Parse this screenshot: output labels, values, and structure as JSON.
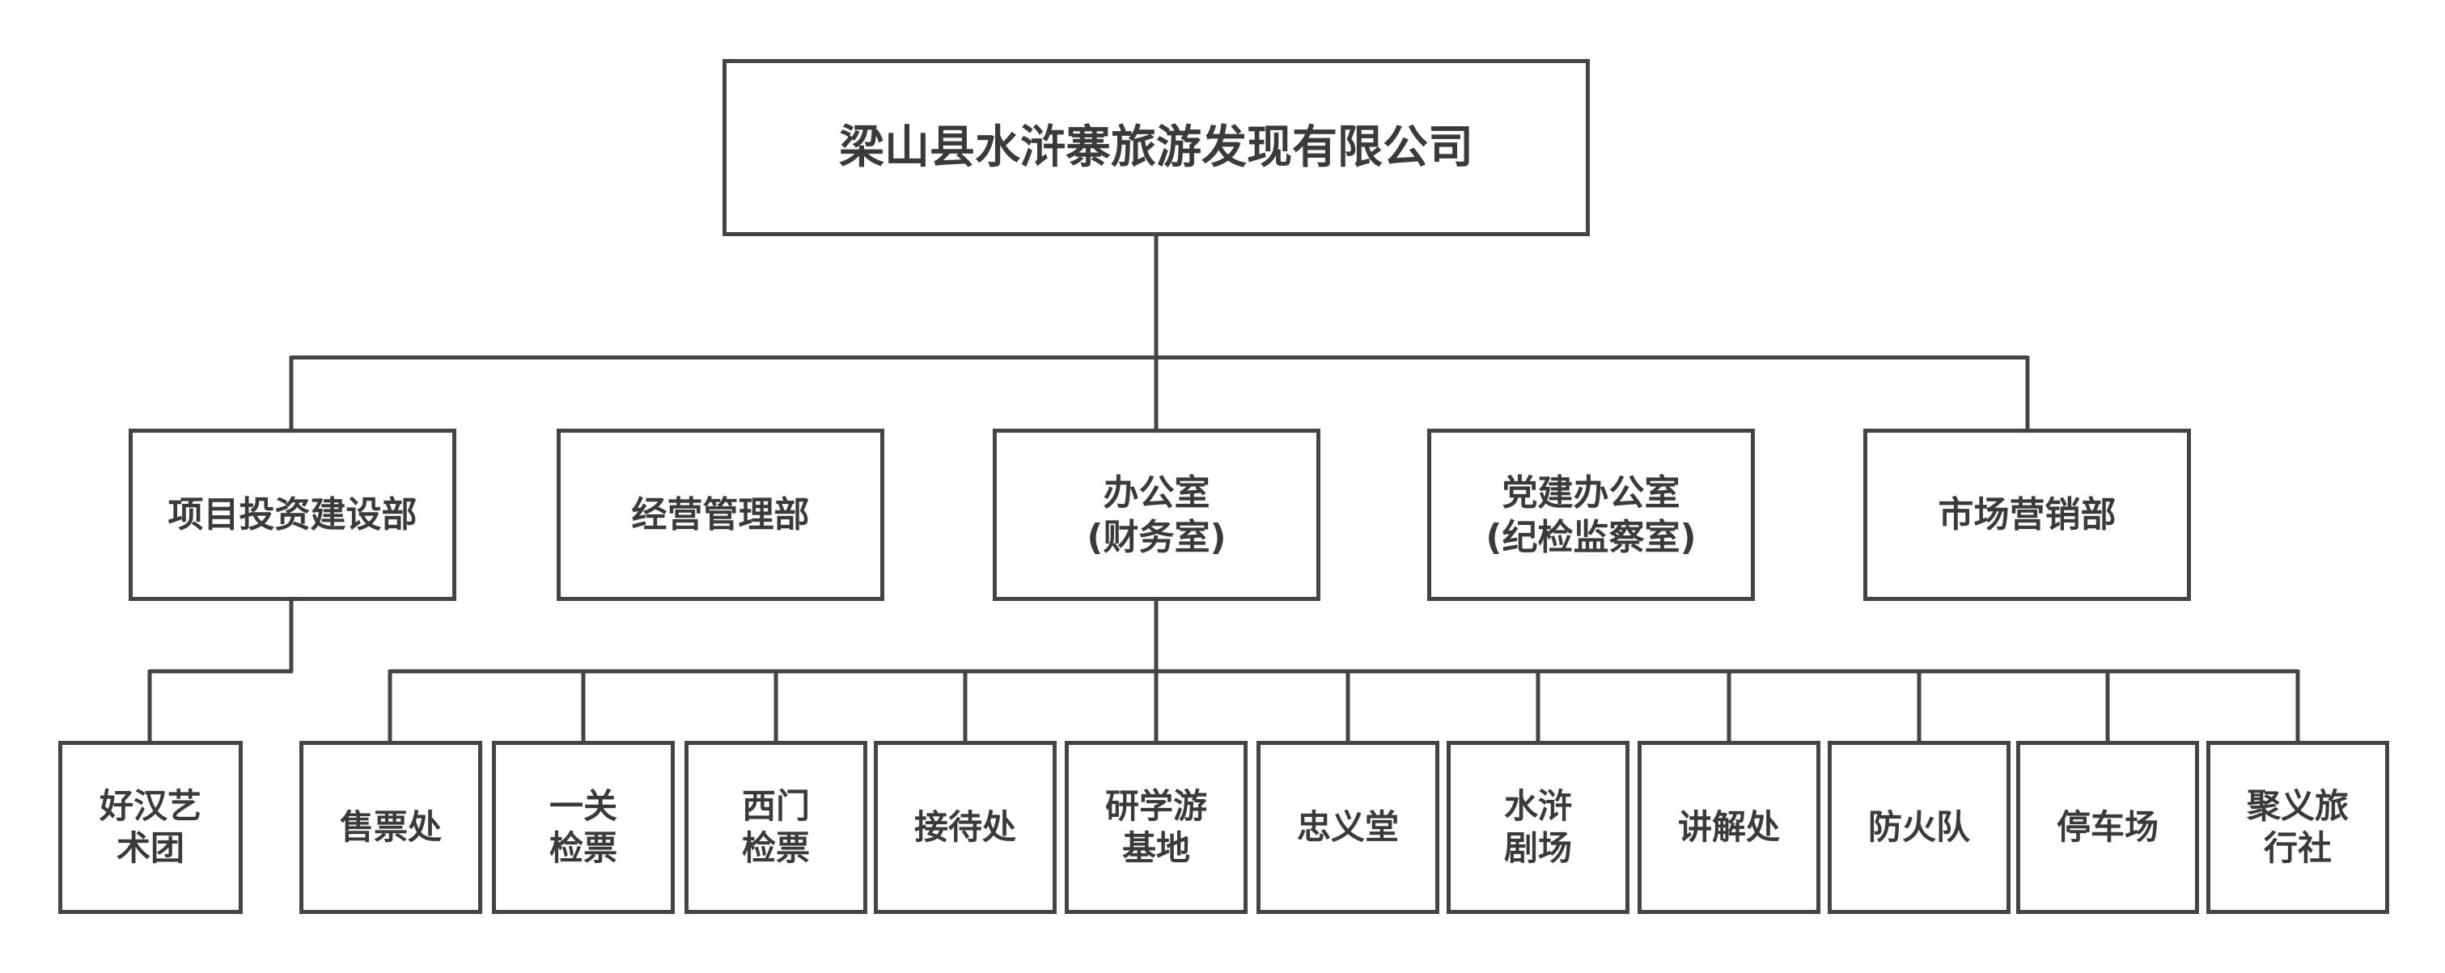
{
  "colors": {
    "line": "#444444",
    "border": "#444444",
    "text": "#3a3a3a",
    "background": "#ffffff"
  },
  "root": {
    "label": "梁山县水浒寨旅游发现有限公司"
  },
  "departments": [
    {
      "id": "project",
      "label": "项目投资建设部"
    },
    {
      "id": "operations",
      "label": "经营管理部"
    },
    {
      "id": "office",
      "label": "办公室\n(财务室)"
    },
    {
      "id": "party",
      "label": "党建办公室\n(纪检监察室)"
    },
    {
      "id": "marketing",
      "label": "市场营销部"
    }
  ],
  "project_units": [
    {
      "id": "haohan",
      "label": "好汉艺\n术团"
    }
  ],
  "office_units": [
    {
      "id": "ticket-office",
      "label": "售票处"
    },
    {
      "id": "first-gate",
      "label": "一关\n检票"
    },
    {
      "id": "west-gate",
      "label": "西门\n检票"
    },
    {
      "id": "reception",
      "label": "接待处"
    },
    {
      "id": "study-base",
      "label": "研学游\n基地"
    },
    {
      "id": "zhongyi-hall",
      "label": "忠义堂"
    },
    {
      "id": "shuihu-theater",
      "label": "水浒\n剧场"
    },
    {
      "id": "guide",
      "label": "讲解处"
    },
    {
      "id": "fire-brigade",
      "label": "防火队"
    },
    {
      "id": "parking",
      "label": "停车场"
    },
    {
      "id": "juyi-agency",
      "label": "聚义旅\n行社"
    }
  ]
}
